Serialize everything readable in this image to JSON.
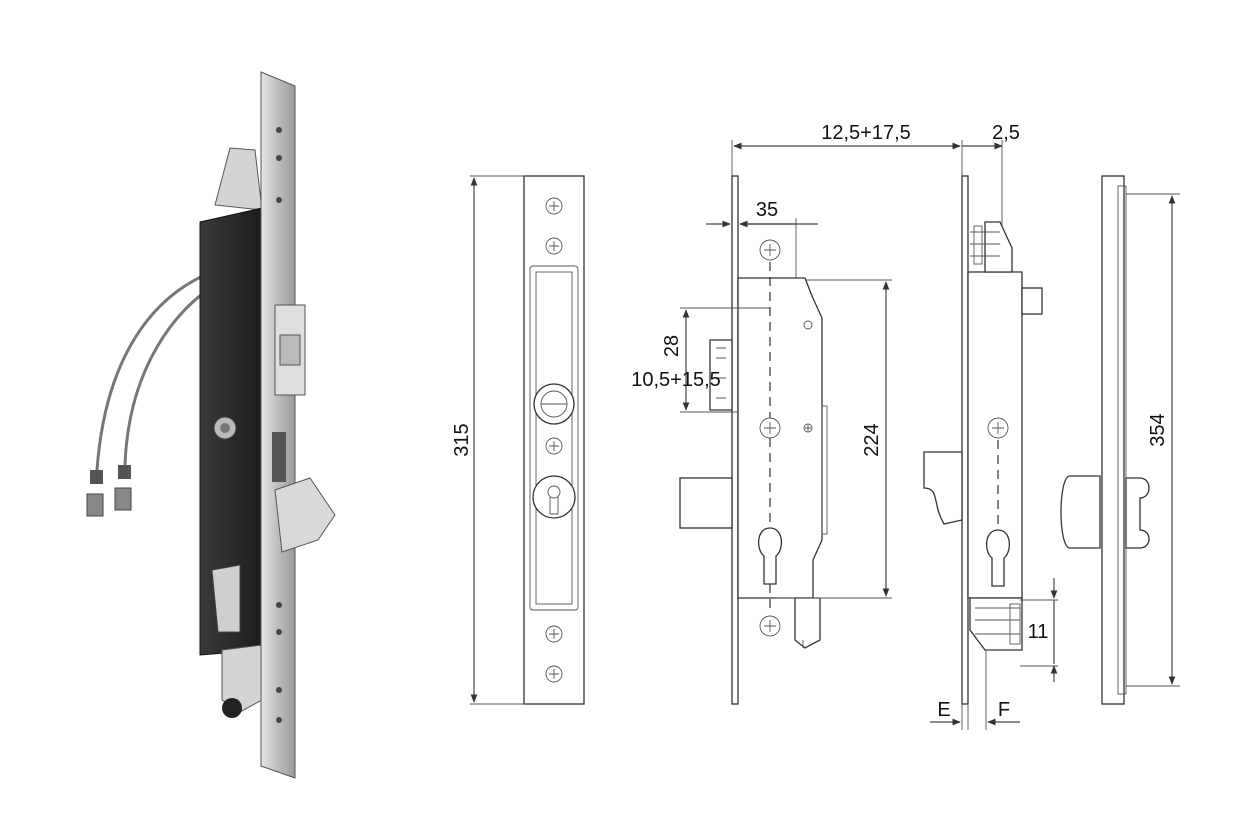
{
  "dimensions": {
    "height_faceplate": "315",
    "height_total": "354",
    "depth_total": "12,5+17,5",
    "edge_offset": "2,5",
    "backset": "35",
    "bolt_spacing": "28",
    "bolt_throw": "10,5+15,5",
    "center_distance": "224",
    "lower_bolt": "11",
    "label_e": "E",
    "label_f": "F"
  },
  "colors": {
    "background": "#ffffff",
    "line": "#333333",
    "case_dark": "#2b2b2b",
    "plate_metal": "#c9c9c9"
  },
  "icons": [
    "mortise-lock-isometric",
    "screw-hole",
    "euro-cylinder-cutout",
    "electric-wire-connector"
  ]
}
